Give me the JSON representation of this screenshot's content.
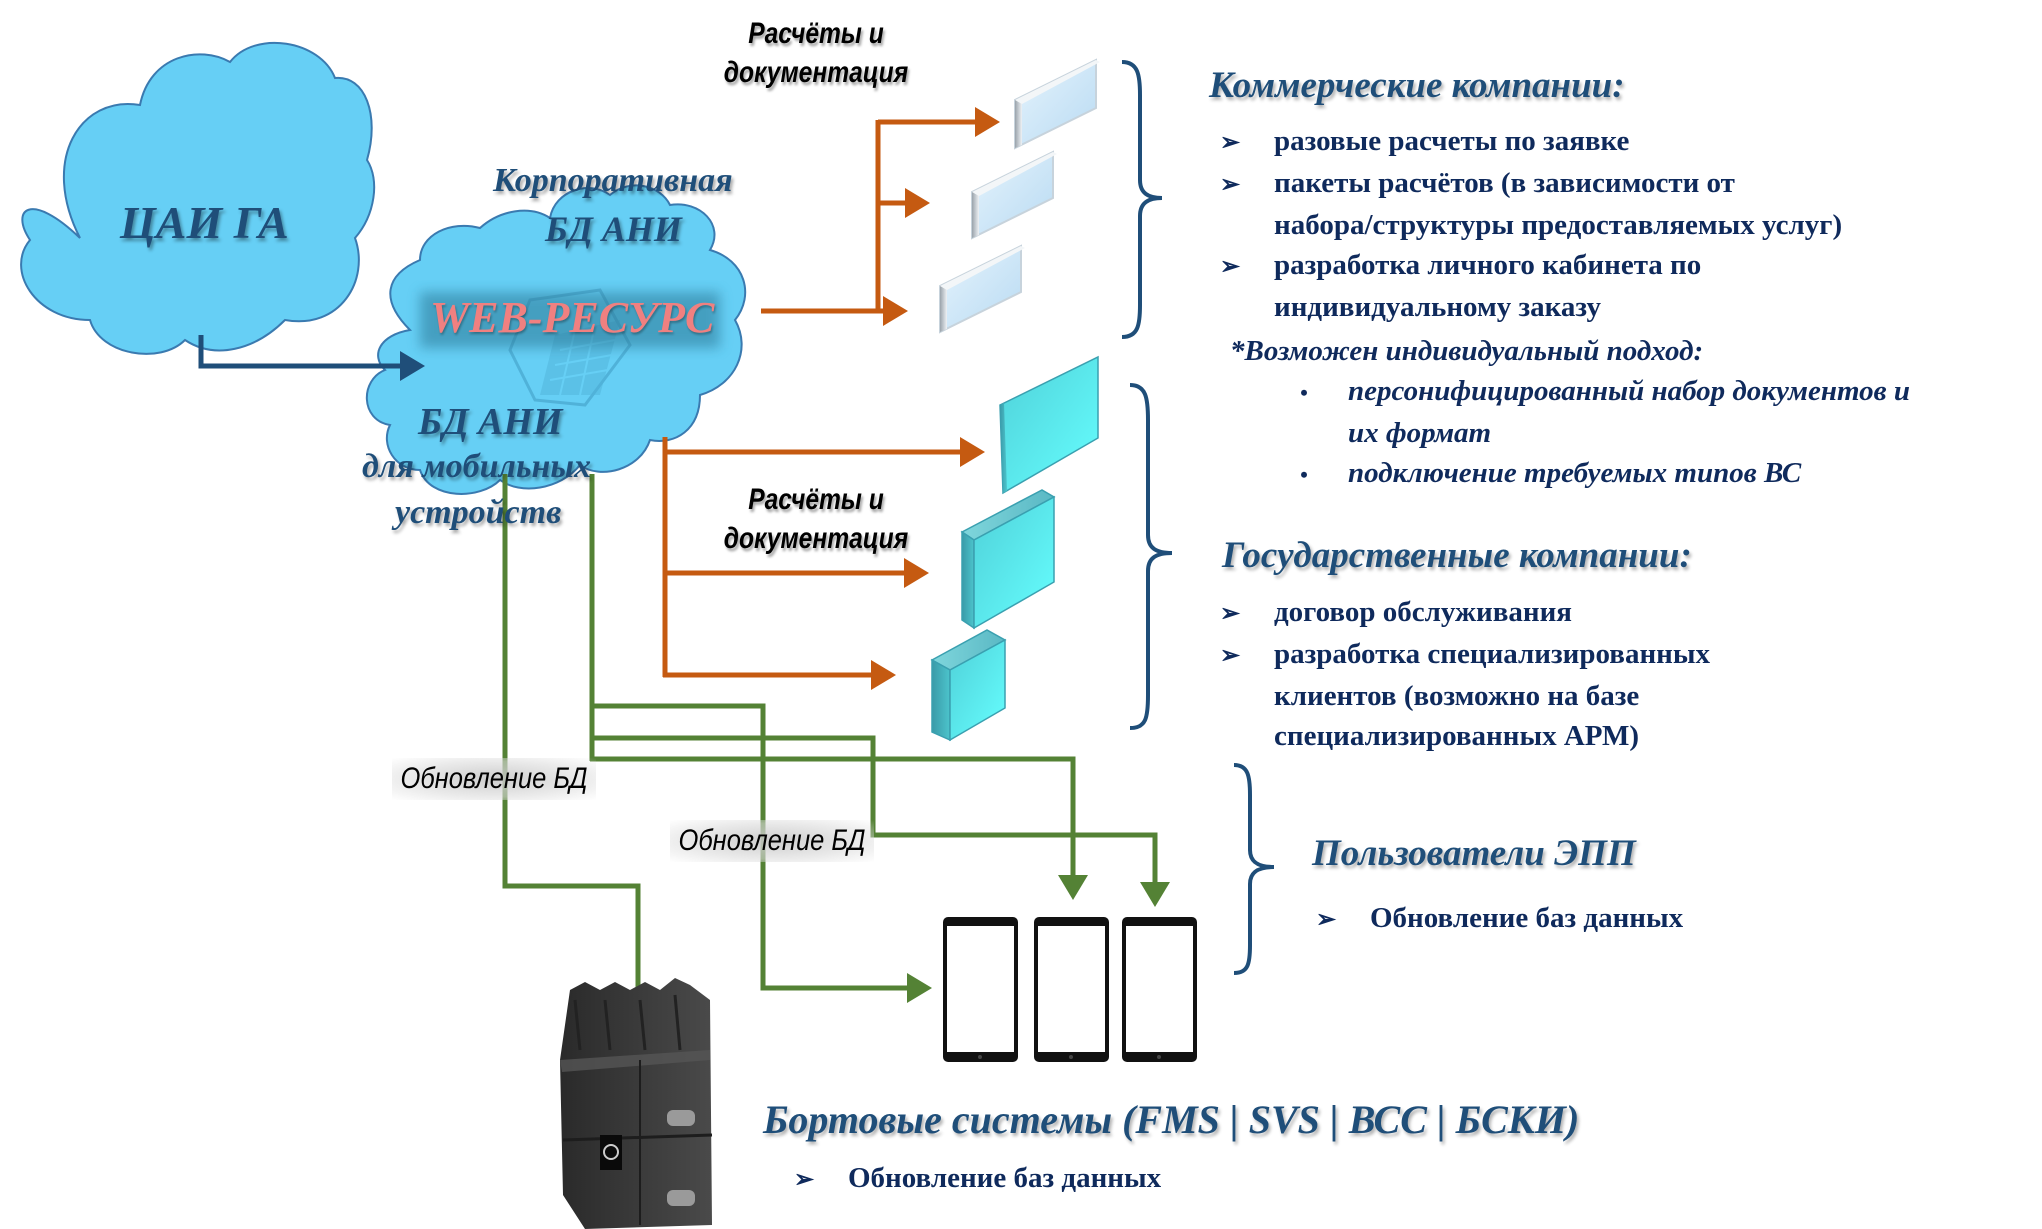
{
  "nodes": {
    "source_cloud": {
      "label": "ЦАИ ГА"
    },
    "corporate_cloud": {
      "top_label_line1": "Корпоративная",
      "top_label_line2": "БД АНИ",
      "center_label": "WEB-РЕСУРС",
      "bottom_label_line1": "БД АНИ",
      "bottom_label_line2": "для мобильных",
      "bottom_label_line3": "устройств",
      "icon": "database-grid-icon"
    }
  },
  "flow_labels": {
    "calc_docs_top": {
      "line1": "Расчёты и",
      "line2": "документация"
    },
    "calc_docs_bottom": {
      "line1": "Расчёты и",
      "line2": "документация"
    },
    "db_update_1": "Обновление БД",
    "db_update_2": "Обновление БД"
  },
  "colors": {
    "cloud_fill": "#66cff5",
    "cloud_stroke": "#3a7ab0",
    "orange_flow": "#c55a11",
    "green_flow": "#548235",
    "navy_flow": "#1f4e79",
    "title_text": "#1f4e79",
    "body_text": "#0f2a5c"
  },
  "commercial": {
    "title": "Коммерческие компании:",
    "bullets": [
      "разовые расчеты по заявке",
      "пакеты расчётов (в зависимости от",
      "набора/структуры предоставляемых услуг)",
      "разработка личного кабинета по",
      "индивидуальному заказу"
    ],
    "note": "*Возможен индивидуальный подход:",
    "note_items": [
      "персонифицированный набор документов и",
      "их формат",
      "подключение требуемых типов ВС"
    ]
  },
  "government": {
    "title": "Государственные компании:",
    "bullets": [
      "договор обслуживания",
      "разработка специализированных",
      "клиентов (возможно на базе",
      "специализированных АРМ)"
    ]
  },
  "efb_users": {
    "title": "Пользователи ЭПП",
    "bullets": [
      "Обновление баз данных"
    ]
  },
  "onboard": {
    "title": "Бортовые системы (FMS | SVS | ВСС | БСКИ)",
    "bullets": [
      "Обновление баз данных"
    ]
  },
  "symbols": {
    "arrow_bullet": "➢",
    "dot_bullet": "•"
  }
}
